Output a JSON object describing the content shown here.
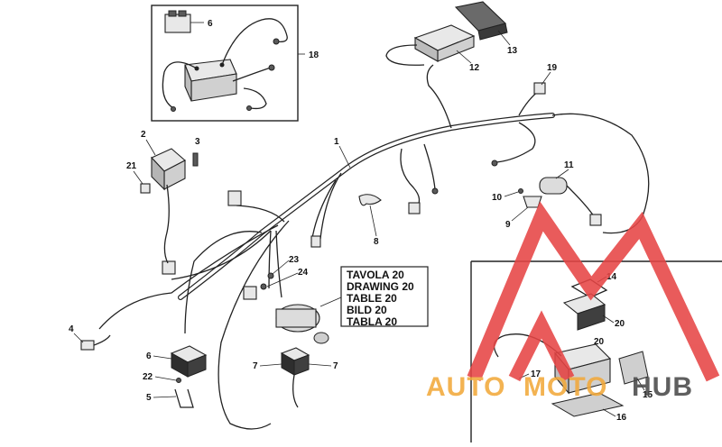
{
  "diagram": {
    "reference_block": [
      "TAVOLA 20",
      "DRAWING 20",
      "TABLE 20",
      "BILD 20",
      "TABLA 20"
    ],
    "part_labels": [
      "1",
      "2",
      "3",
      "4",
      "5",
      "6",
      "6",
      "7",
      "7",
      "8",
      "9",
      "10",
      "11",
      "12",
      "13",
      "14",
      "15",
      "16",
      "17",
      "18",
      "19",
      "20",
      "20",
      "21",
      "22",
      "23",
      "24"
    ],
    "colors": {
      "line": "#222222",
      "watermark_red": "#e64545",
      "watermark_orange": "#f2a93b",
      "watermark_grey": "#4a4a4a"
    }
  },
  "watermark": {
    "part1": "AUTO",
    "part2": "MOTO",
    "part3": "HUB"
  }
}
